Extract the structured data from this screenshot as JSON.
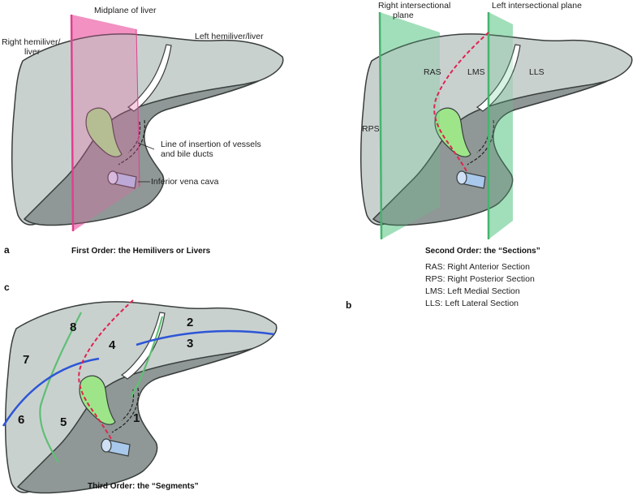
{
  "colors": {
    "liver_light": "#c9d1cf",
    "liver_dark": "#8f9896",
    "outline": "#3a3f3e",
    "gallbladder": "#9ee58a",
    "midplane": "#ec5fa6",
    "intersectional_plane": "#5fc98a",
    "hepatic_vein_line": "#e0244f",
    "segment_line_blue": "#2d55d6",
    "segment_line_green": "#5fbf75",
    "vena_cava": "#a9c9ec"
  },
  "panel_a": {
    "letter": "a",
    "caption": "First Order: the Hemilivers or Livers",
    "labels": {
      "midplane": "Midplane of liver",
      "right_hemiliver_1": "Right  hemiliver/",
      "right_hemiliver_2": "liver",
      "left_hemiliver": "Left hemiliver/liver",
      "insertion_1": "Line of insertion of vessels",
      "insertion_2": "and bile ducts",
      "vena_cava": "Inferior vena cava"
    }
  },
  "panel_b": {
    "letter": "b",
    "caption": "Second Order: the “Sections”",
    "labels": {
      "right_plane_1": "Right intersectional",
      "right_plane_2": "plane",
      "left_plane": "Left intersectional plane"
    },
    "sections": [
      "RPS",
      "RAS",
      "LMS",
      "LLS"
    ],
    "legend": [
      "RAS: Right Anterior Section",
      "RPS: Right Posterior Section",
      "LMS: Left Medial Section",
      "LLS: Left Lateral Section"
    ]
  },
  "panel_c": {
    "letter": "c",
    "caption": "Third Order: the “Segments”",
    "segments": [
      "1",
      "2",
      "3",
      "4",
      "5",
      "6",
      "7",
      "8"
    ]
  }
}
